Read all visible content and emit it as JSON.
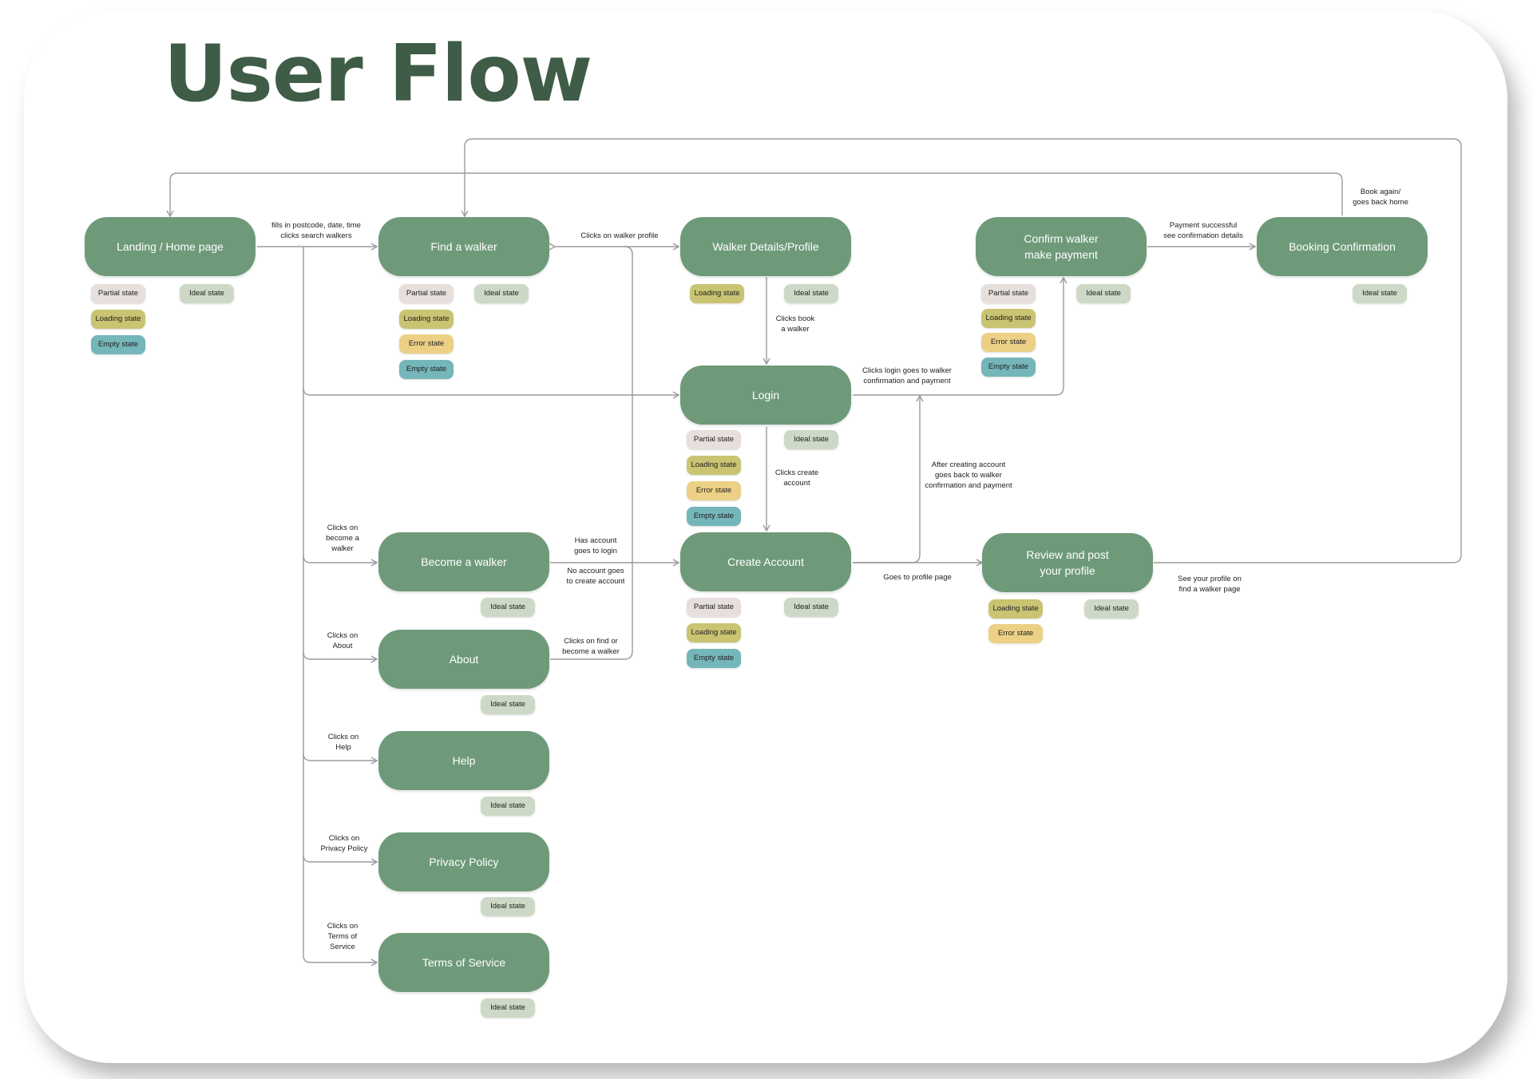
{
  "title": "User Flow",
  "colors": {
    "title": "#3e5c46",
    "node": "#6e9a79",
    "line": "#9a9a9a",
    "partial_state": "#e6dfdb",
    "ideal_state": "#cdd9c6",
    "loading_state": "#c9c472",
    "error_state": "#ecd086",
    "empty_state": "#74b6b9"
  },
  "nodes": {
    "landing": "Landing / Home page",
    "find_walker": "Find a walker",
    "walker_details": "Walker Details/Profile",
    "confirm_payment": "Confirm walker\nmake payment",
    "booking_confirmation": "Booking Confirmation",
    "login": "Login",
    "become_walker": "Become a walker",
    "create_account": "Create Account",
    "review_profile": "Review and post\nyour profile",
    "about": "About",
    "help": "Help",
    "privacy_policy": "Privacy Policy",
    "terms": "Terms of Service"
  },
  "states": {
    "partial": "Partial state",
    "ideal": "Ideal state",
    "loading": "Loading state",
    "error": "Error state",
    "empty": "Empty state"
  },
  "edge_labels": {
    "fills_search": "fills in postcode, date, time\nclicks search walkers",
    "clicks_walker_profile": "Clicks on walker profile",
    "clicks_book": "Clicks book\na walker",
    "payment_successful": "Payment successful\nsee confirmation details",
    "book_again": "Book again/\ngoes back home",
    "login_to_confirm": "Clicks login goes to walker\nconfirmation and payment",
    "clicks_create_account": "Clicks create\naccount",
    "after_creating": "After creating account\ngoes back to walker\nconfirmation and payment",
    "clicks_become_walker": "Clicks on\nbecome a\nwalker",
    "has_account": "Has account\ngoes to login",
    "no_account": "No account goes\nto create account",
    "goes_profile_page": "Goes to profile page",
    "see_profile": "See your profile on\nfind a walker page",
    "clicks_about": "Clicks on\nAbout",
    "clicks_find_become": "Clicks on find or\nbecome a walker",
    "clicks_help": "Clicks on\nHelp",
    "clicks_privacy": "Clicks on\nPrivacy Policy",
    "clicks_terms": "Clicks on\nTerms of\nService"
  }
}
